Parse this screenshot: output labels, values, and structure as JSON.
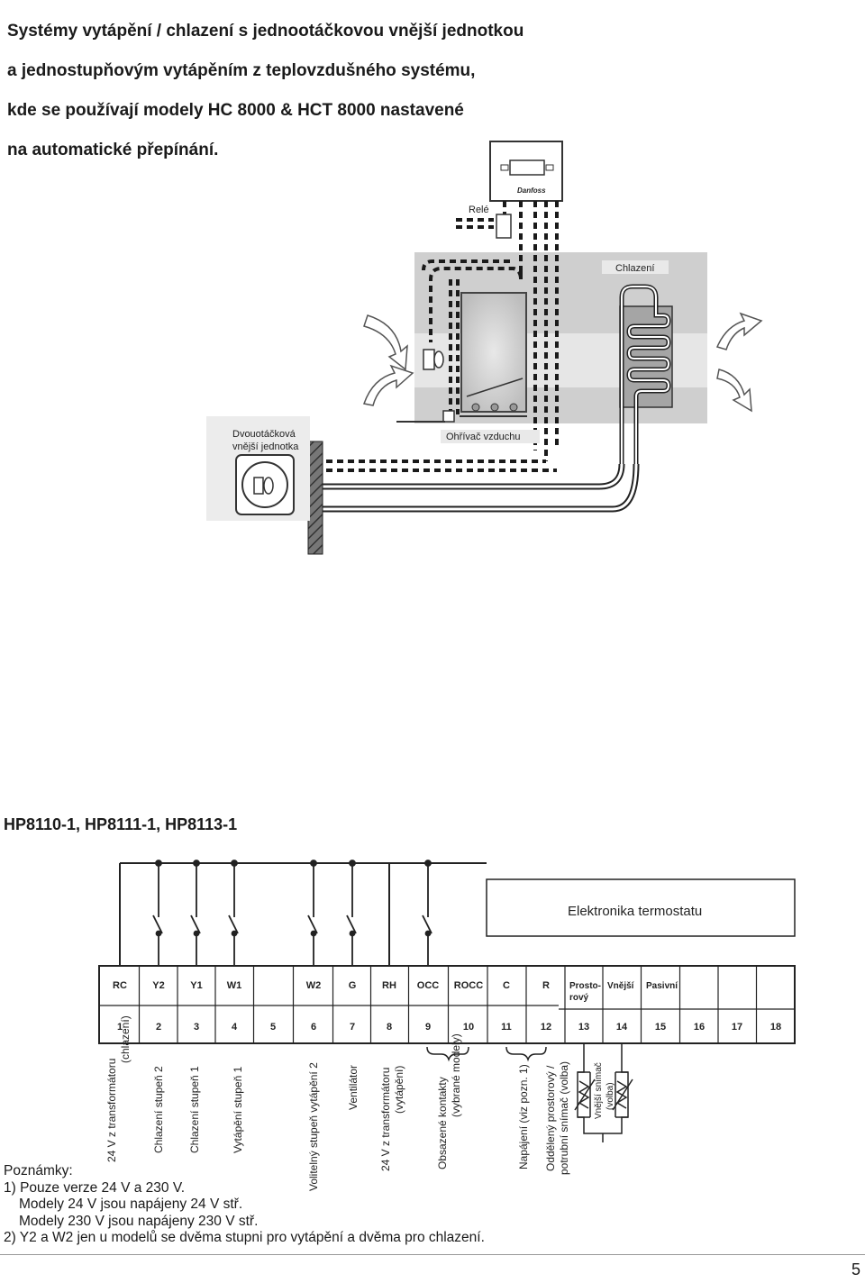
{
  "title_lines": [
    "Systémy vytápění / chlazení s jednootáčkovou vnější jednotkou",
    "a jednostupňovým vytápěním z teplovzdušného systému,",
    "kde se používají modely HC 8000 & HCT 8000 nastavené",
    "na automatické přepínání."
  ],
  "system_diagram": {
    "rele_label": "Relé",
    "cooling_label": "Chlazení",
    "outdoor_unit_label_1": "Dvouotáčková",
    "outdoor_unit_label_2": "vnější jednotka",
    "air_heater_label": "Ohřívač vzduchu",
    "thermostat_logo": "Danfoss"
  },
  "models_heading": "HP8110-1, HP8111-1, HP8113-1",
  "wiring": {
    "electronics_label": "Elektronika termostatu",
    "terminals": [
      {
        "name": "RC",
        "num": "1"
      },
      {
        "name": "Y2",
        "num": "2"
      },
      {
        "name": "Y1",
        "num": "3"
      },
      {
        "name": "W1",
        "num": "4"
      },
      {
        "name": "",
        "num": "5"
      },
      {
        "name": "W2",
        "num": "6"
      },
      {
        "name": "G",
        "num": "7"
      },
      {
        "name": "RH",
        "num": "8"
      },
      {
        "name": "OCC",
        "num": "9"
      },
      {
        "name": "ROCC",
        "num": "10"
      },
      {
        "name": "C",
        "num": "11"
      },
      {
        "name": "R",
        "num": "12"
      },
      {
        "name": "Prosto-",
        "name2": "rový",
        "num": "13"
      },
      {
        "name": "Vnější",
        "num": "14"
      },
      {
        "name": "Pasivní",
        "num": "15"
      },
      {
        "name": "",
        "num": "16"
      },
      {
        "name": "",
        "num": "17"
      },
      {
        "name": "",
        "num": "18"
      }
    ],
    "descriptions": {
      "t1_line1": "24 V z transformátoru",
      "t1_line2": "(chlazení)",
      "t2": "Chlazení stupeň 2",
      "t3": "Chlazení stupeň 1",
      "t4": "Vytápění stupeň 1",
      "t6": "Volitelný stupeň vytápění 2",
      "t7": "Ventilátor",
      "t8_line1": "24 V z transformátoru",
      "t8_line2": "(vytápění)",
      "t9_line1": "Obsazené kontakty",
      "t9_line2": "(vybrané modely)",
      "t11": "Napájení (viz pozn. 1)",
      "t13_line1": "Oddělený prostorový /",
      "t13_line2": "potrubní snímač (volba)",
      "t14_line1": "Vnější snímač",
      "t14_line2": "(volba)"
    }
  },
  "notes": {
    "heading": "Poznámky:",
    "line1": "1) Pouze verze 24 V a 230 V.",
    "line2": "Modely 24 V jsou napájeny 24 V stř.",
    "line3": "Modely 230 V jsou napájeny 230 V stř.",
    "line4": "2) Y2 a W2 jen u modelů se dvěma stupni pro vytápění a dvěma pro chlazení."
  },
  "page_number": "5"
}
